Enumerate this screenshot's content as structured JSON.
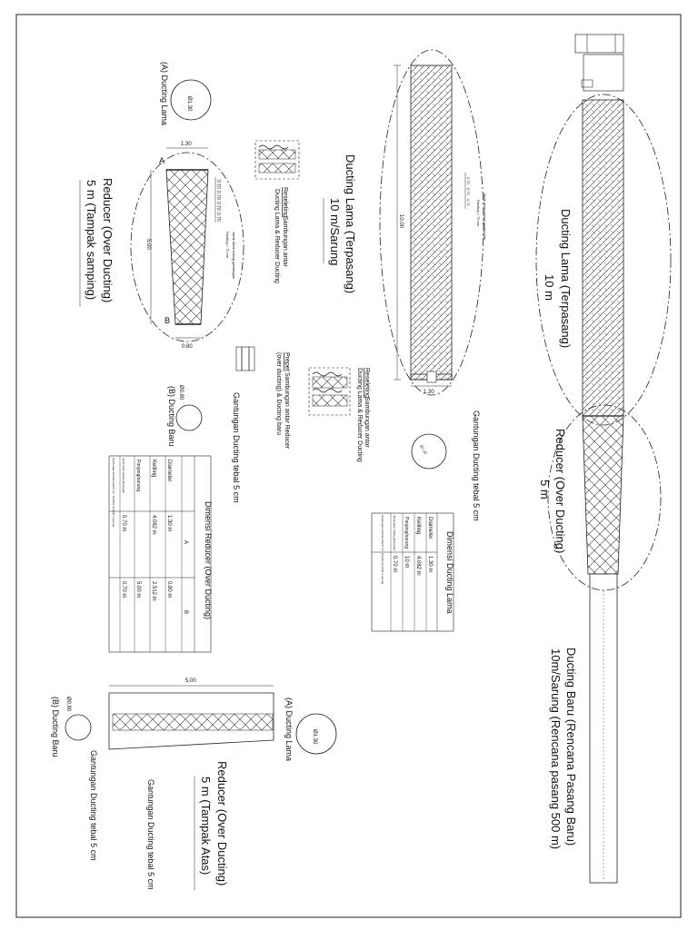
{
  "long_view": {
    "ducting_lama_title": "Ducting Lama (Terpasang)",
    "ducting_lama_len": "10 m",
    "reducer_title": "Reducer (Over Ducting)",
    "reducer_len": "5 m",
    "ducting_baru_title": "Ducting Baru (Rencana Pasang Baru)",
    "ducting_baru_sub": "10m/Sarung (Rencana pasang 500 m)"
  },
  "lama_detail": {
    "title": "Ducting Lama (Terpasang)",
    "subtitle": "10 m/Sarung",
    "dim_length": "10.00",
    "dim_width": "1.30",
    "spacing": [
      "0.70",
      "0.70",
      "0.70"
    ],
    "note_line1": "Jarak antar tulang gantungan",
    "note_line2": "Ducting = 70 cm",
    "gantungan_label": "Gantungan Ducting tebal 5 cm",
    "circle_dia": "Ø1.30",
    "joint_title": "Sambungan antar",
    "joint_title_prefix": "Reseleting",
    "joint_sub": "Ducting Lama & Reducer Ducting"
  },
  "table_lama": {
    "title": "Dimensi Ducting Lama",
    "rows": [
      {
        "label": "Diameter",
        "value": "1.30 m"
      },
      {
        "label": "Keliling",
        "value": "4.082 m"
      },
      {
        "label": "Panjang/sarung",
        "value": "10 m"
      },
      {
        "label": "Jarak antar tulang gantungan",
        "value": "0.70 m"
      }
    ],
    "note": "Gantungan ducting tebal 5 cm. Ducting memiliki 1 sarung"
  },
  "reducer_side": {
    "title": "Reducer (Over Ducting)",
    "subtitle": "5 m (Tampak samping)",
    "label_a": "(A) Ducting Lama",
    "label_b": "(B) Ducting Baru",
    "dim_a": "1.30",
    "dim_b": "0.80",
    "dim_length": "5.00",
    "spacing": [
      "0.70",
      "0.70",
      "0.70",
      "0.70"
    ],
    "note_line1": "Jarak antar tulang gantungan",
    "note_line2": "Ducting = 70 cm",
    "circle_a": "Ø1.30",
    "circle_b": "Ø0.80",
    "marker_a": "A",
    "marker_b": "B",
    "joint_title_prefix": "Reseleting",
    "joint_title": "Sambungan antar",
    "joint_sub": "Ducting Lama & Reducer Ducting",
    "prepet_prefix": "Prepet",
    "prepet_title": "Sambungan antar Reducer",
    "prepet_sub": "(over ducting) & Ducting baru",
    "gantungan_label": "Gantungan Ducting tebal 5 cm"
  },
  "table_reducer": {
    "title": "Dimensi Reducer (Over Ducting)",
    "col_a": "A",
    "col_b": "B",
    "rows": [
      {
        "label": "Diameter",
        "a": "1.30 m",
        "b": "0.80 m"
      },
      {
        "label": "Keliling",
        "a": "4.082 m",
        "b": "2.512 m"
      },
      {
        "label": "Panjang/sarung",
        "a": "",
        "b": "5.00 m"
      },
      {
        "label": "Jarak antar tulang gantungan",
        "a": "0.70 m",
        "b": "0.70 m"
      }
    ],
    "note": "Gantungan ducting tebal 5 cm. Ducting memiliki 1 sarung"
  },
  "reducer_top": {
    "title": "Reducer (Over Ducting)",
    "subtitle": "5 m (Tampak Atas)",
    "dim_length": "5.00",
    "label_a": "(A) Ducting Lama",
    "label_b": "(B) Ducting Baru",
    "circle_a": "Ø1.30",
    "circle_b": "Ø0.80",
    "gantungan_1": "Gantungan Ducting tebal 5 cm",
    "gantungan_2": "Gantungan Ducting tebal 5 cm"
  }
}
